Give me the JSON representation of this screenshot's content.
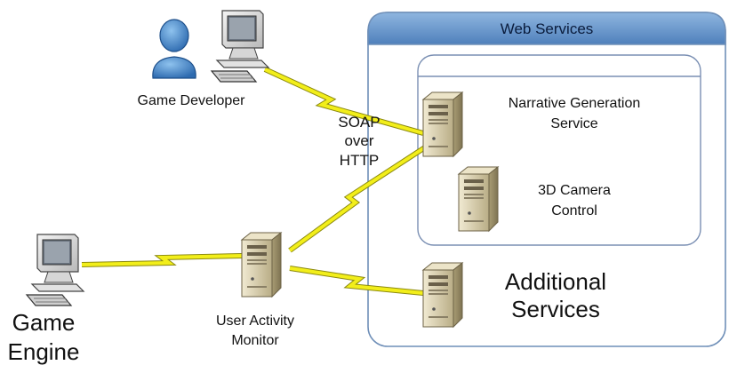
{
  "web_services_panel": {
    "title": "Web Services",
    "colors": {
      "header_fill": "#5f8fc5",
      "panel_border": "#6f8fb8"
    }
  },
  "nodes": {
    "game_developer": {
      "label": "Game Developer"
    },
    "narrative_generation_service": {
      "label_line1": "Narrative Generation",
      "label_line2": "Service"
    },
    "camera_control": {
      "label_line1": "3D Camera",
      "label_line2": "Control"
    },
    "additional_services": {
      "label_line1": "Additional",
      "label_line2": "Services"
    },
    "user_activity_monitor": {
      "label_line1": "User Activity",
      "label_line2": "Monitor"
    },
    "game_engine": {
      "label_line1": "Game",
      "label_line2": "Engine"
    }
  },
  "connection_label": {
    "line1": "SOAP",
    "line2": "over",
    "line3": "HTTP"
  },
  "colors": {
    "link": "#f2ee1a",
    "link_stroke": "#8c8a10",
    "server": "#d8d0b4"
  }
}
